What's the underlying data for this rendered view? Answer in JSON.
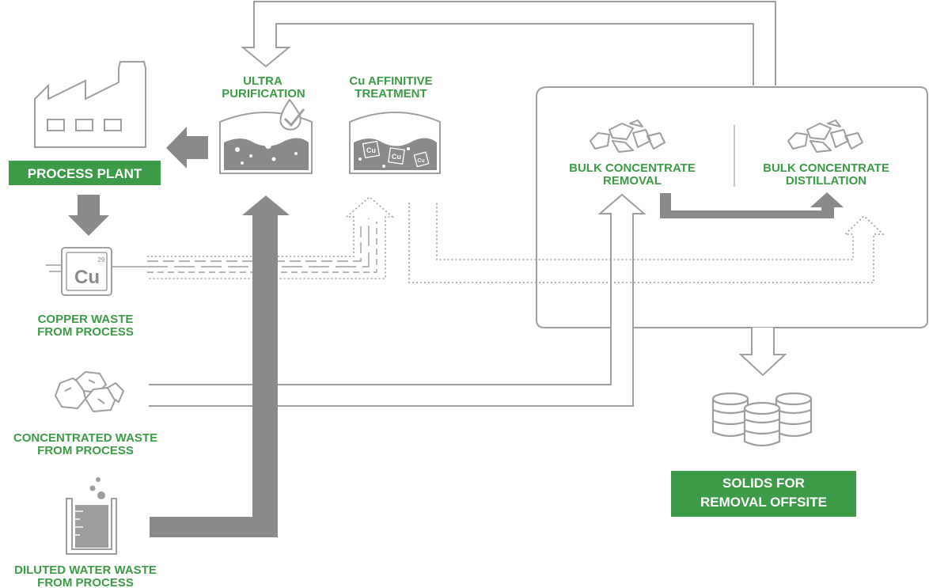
{
  "colors": {
    "green": "#3d9a47",
    "gray": "#8a8a8a",
    "lightgray": "#9e9e9e",
    "white": "#ffffff"
  },
  "nodes": {
    "process_plant": {
      "label": "PROCESS PLANT",
      "icon": "factory-icon"
    },
    "ultra_purification": {
      "line1": "ULTRA",
      "line2": "PURIFICATION",
      "icon": "purification-tank-icon"
    },
    "cu_treatment": {
      "line1": "Cu AFFINITIVE",
      "line2": "TREATMENT",
      "icon": "cu-tank-icon",
      "chip": "Cu"
    },
    "copper_waste": {
      "line1": "COPPER WASTE",
      "line2": "FROM PROCESS",
      "icon": "copper-element-icon",
      "symbol": "Cu",
      "number": "29"
    },
    "concentrated_waste": {
      "line1": "CONCENTRATED WASTE",
      "line2": "FROM PROCESS",
      "icon": "rocks-icon"
    },
    "diluted_waste": {
      "line1": "DILUTED WATER WASTE",
      "line2": "FROM PROCESS",
      "icon": "beaker-icon"
    },
    "bulk_removal": {
      "line1": "BULK CONCENTRATE",
      "line2": "REMOVAL",
      "icon": "rubble-icon"
    },
    "bulk_distillation": {
      "line1": "BULK CONCENTRATE",
      "line2": "DISTILLATION",
      "icon": "rubble-icon"
    },
    "solids_removal": {
      "line1": "SOLIDS FOR",
      "line2": "REMOVAL OFFSITE",
      "icon": "barrels-icon"
    }
  }
}
